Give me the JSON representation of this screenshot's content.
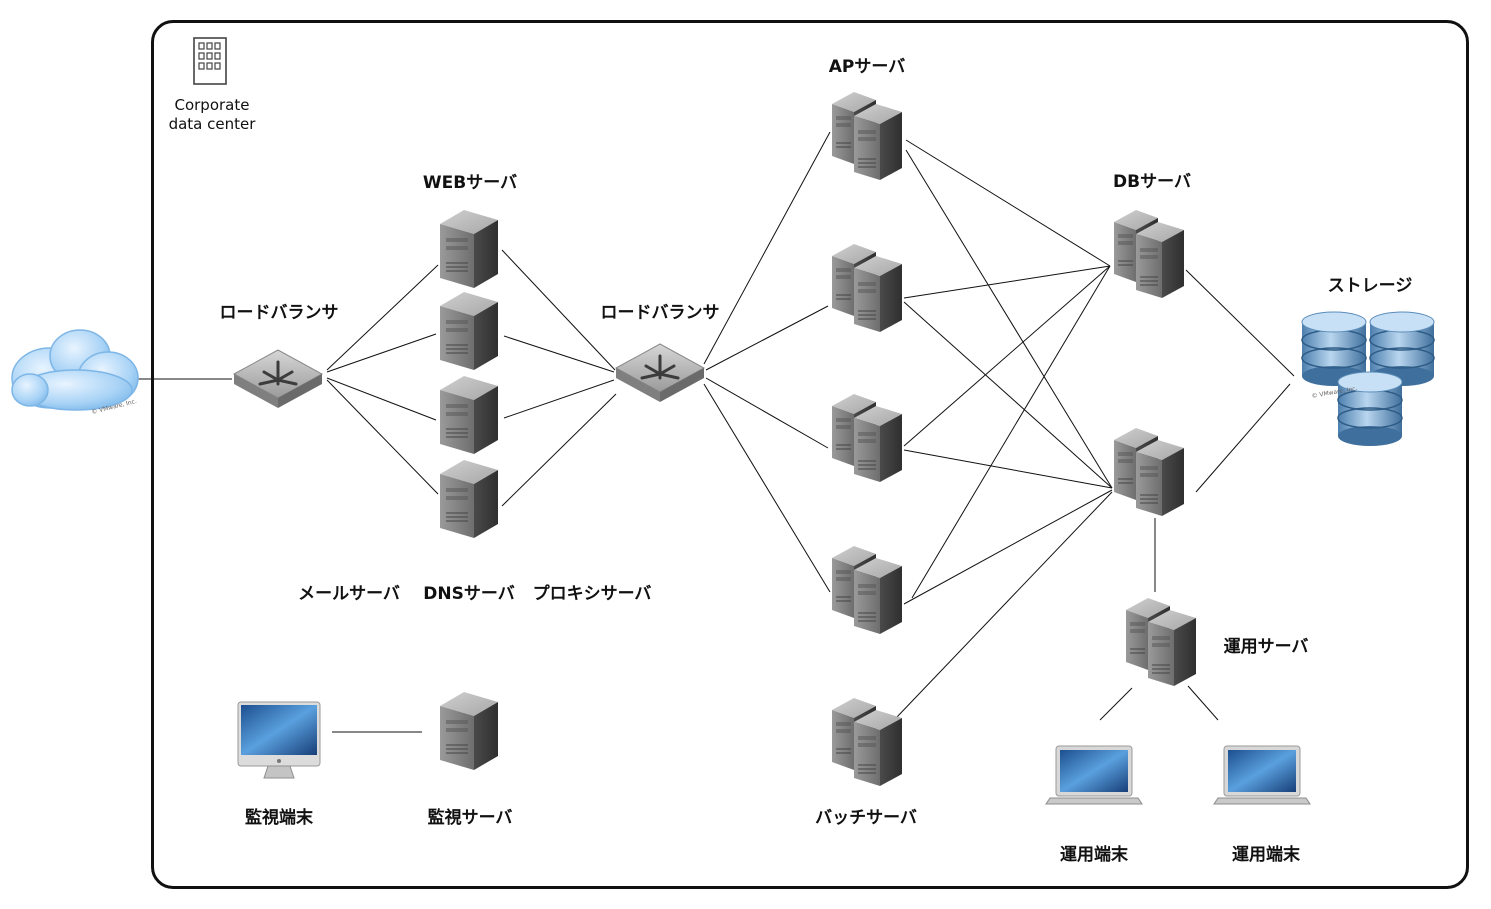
{
  "datacenter": {
    "label_line1": "Corporate",
    "label_line2": "data center"
  },
  "cloud": {
    "watermark": "© VMware, Inc."
  },
  "labels": {
    "lb1": "ロードバランサ",
    "web": "WEBサーバ",
    "lb2": "ロードバランサ",
    "mail": "メールサーバ",
    "dns": "DNSサーバ",
    "proxy": "プロキシサーバ",
    "ap": "APサーバ",
    "db": "DBサーバ",
    "storage": "ストレージ",
    "ops_server": "運用サーバ",
    "ops_term1": "運用端末",
    "ops_term2": "運用端末",
    "monitor_term": "監視端末",
    "monitor_server": "監視サーバ",
    "batch": "バッチサーバ"
  },
  "storage": {
    "watermark": "© VMware, Inc."
  },
  "colors": {
    "frame": "#111111",
    "line": "#111111",
    "server": "#5a5a5a",
    "cloud": "#8fc3ef",
    "disk": "#6b9cc7"
  }
}
